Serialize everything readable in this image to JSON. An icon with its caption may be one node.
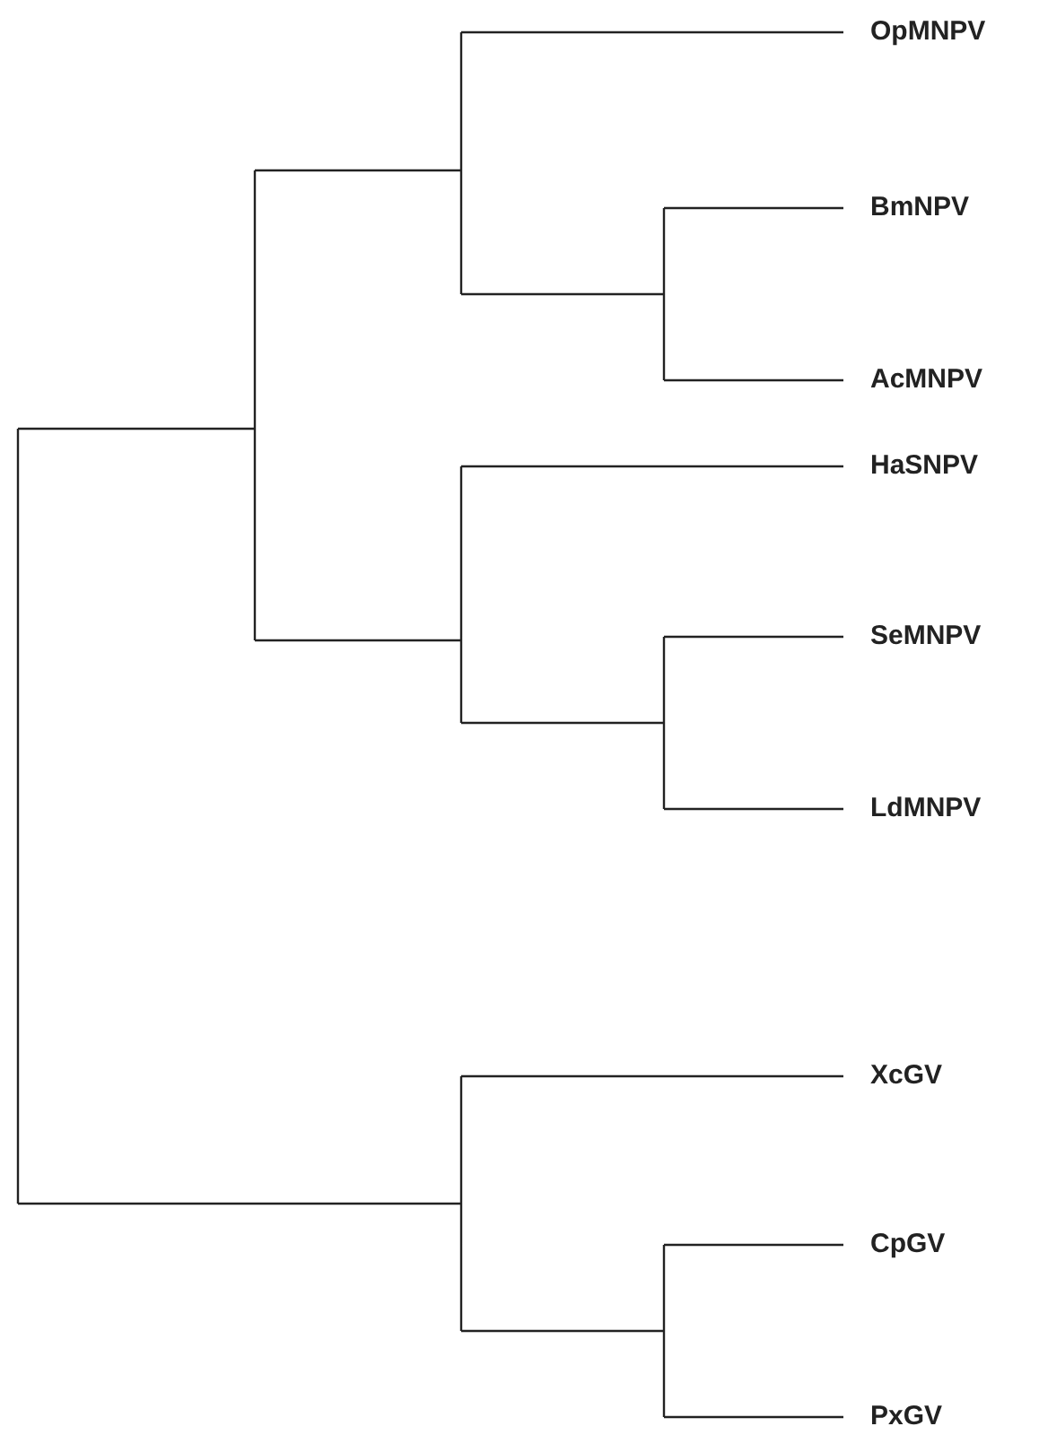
{
  "diagram": {
    "labels": [
      "OpMNPV",
      "BmNPV",
      "AcMNPV",
      "HaSNPV",
      "SeMNPV",
      "LdMNPV",
      "XcGV",
      "CpGV",
      "PxGV"
    ]
  }
}
